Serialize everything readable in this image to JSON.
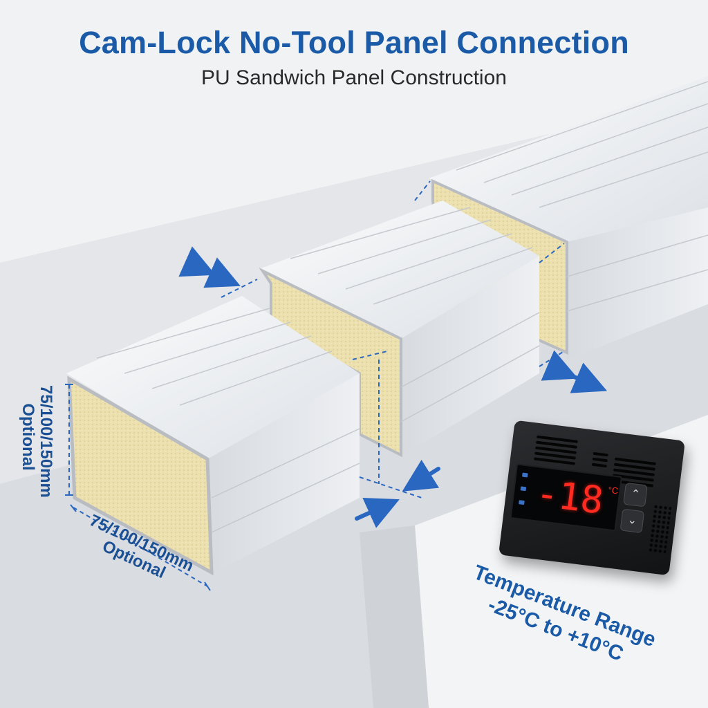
{
  "header": {
    "title": "Cam-Lock No-Tool Panel Connection",
    "subtitle": "PU Sandwich Panel Construction"
  },
  "dimensions": {
    "height_line1": "75/100/150mm",
    "height_line2": "Optional",
    "width_line1": "75/100/150mm",
    "width_line2": "Optional"
  },
  "temperature": {
    "label_line1": "Temperature Range",
    "label_line2": "-25°C to +10°C"
  },
  "controller": {
    "reading": "-18",
    "unit": "°C",
    "icons": [
      "snowflake-icon",
      "chevron-up-icon",
      "chevron-down-icon"
    ]
  },
  "colors": {
    "title_blue": "#1a5aa6",
    "arrow_blue": "#2a67c0",
    "foam": "#ece0ae",
    "display_red": "#ff2a20"
  }
}
